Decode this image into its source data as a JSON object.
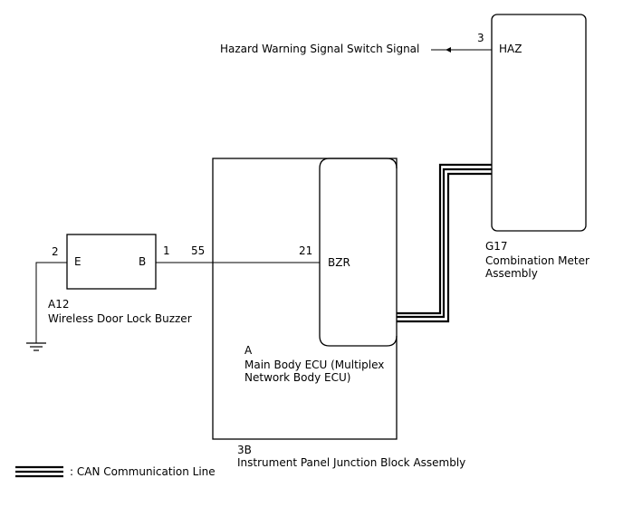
{
  "hazard_signal": {
    "label": "Hazard Warning Signal Switch Signal",
    "pin": "3",
    "terminal": "HAZ"
  },
  "combination_meter": {
    "code": "G17",
    "name_line1": "Combination Meter",
    "name_line2": "Assembly"
  },
  "buzzer": {
    "code": "A12",
    "name": "Wireless Door Lock Buzzer",
    "pin_left": "2",
    "terminal_left": "E",
    "terminal_right": "B",
    "pin_right": "1"
  },
  "main_body_ecu": {
    "code": "A",
    "name_line1": "Main Body ECU (Multiplex",
    "name_line2": "Network Body ECU)",
    "pin_in": "55",
    "pin_bzr": "21",
    "terminal": "BZR"
  },
  "junction_block": {
    "code": "3B",
    "name": "Instrument Panel Junction Block Assembly"
  },
  "legend": {
    "can_label": ": CAN Communication Line"
  }
}
